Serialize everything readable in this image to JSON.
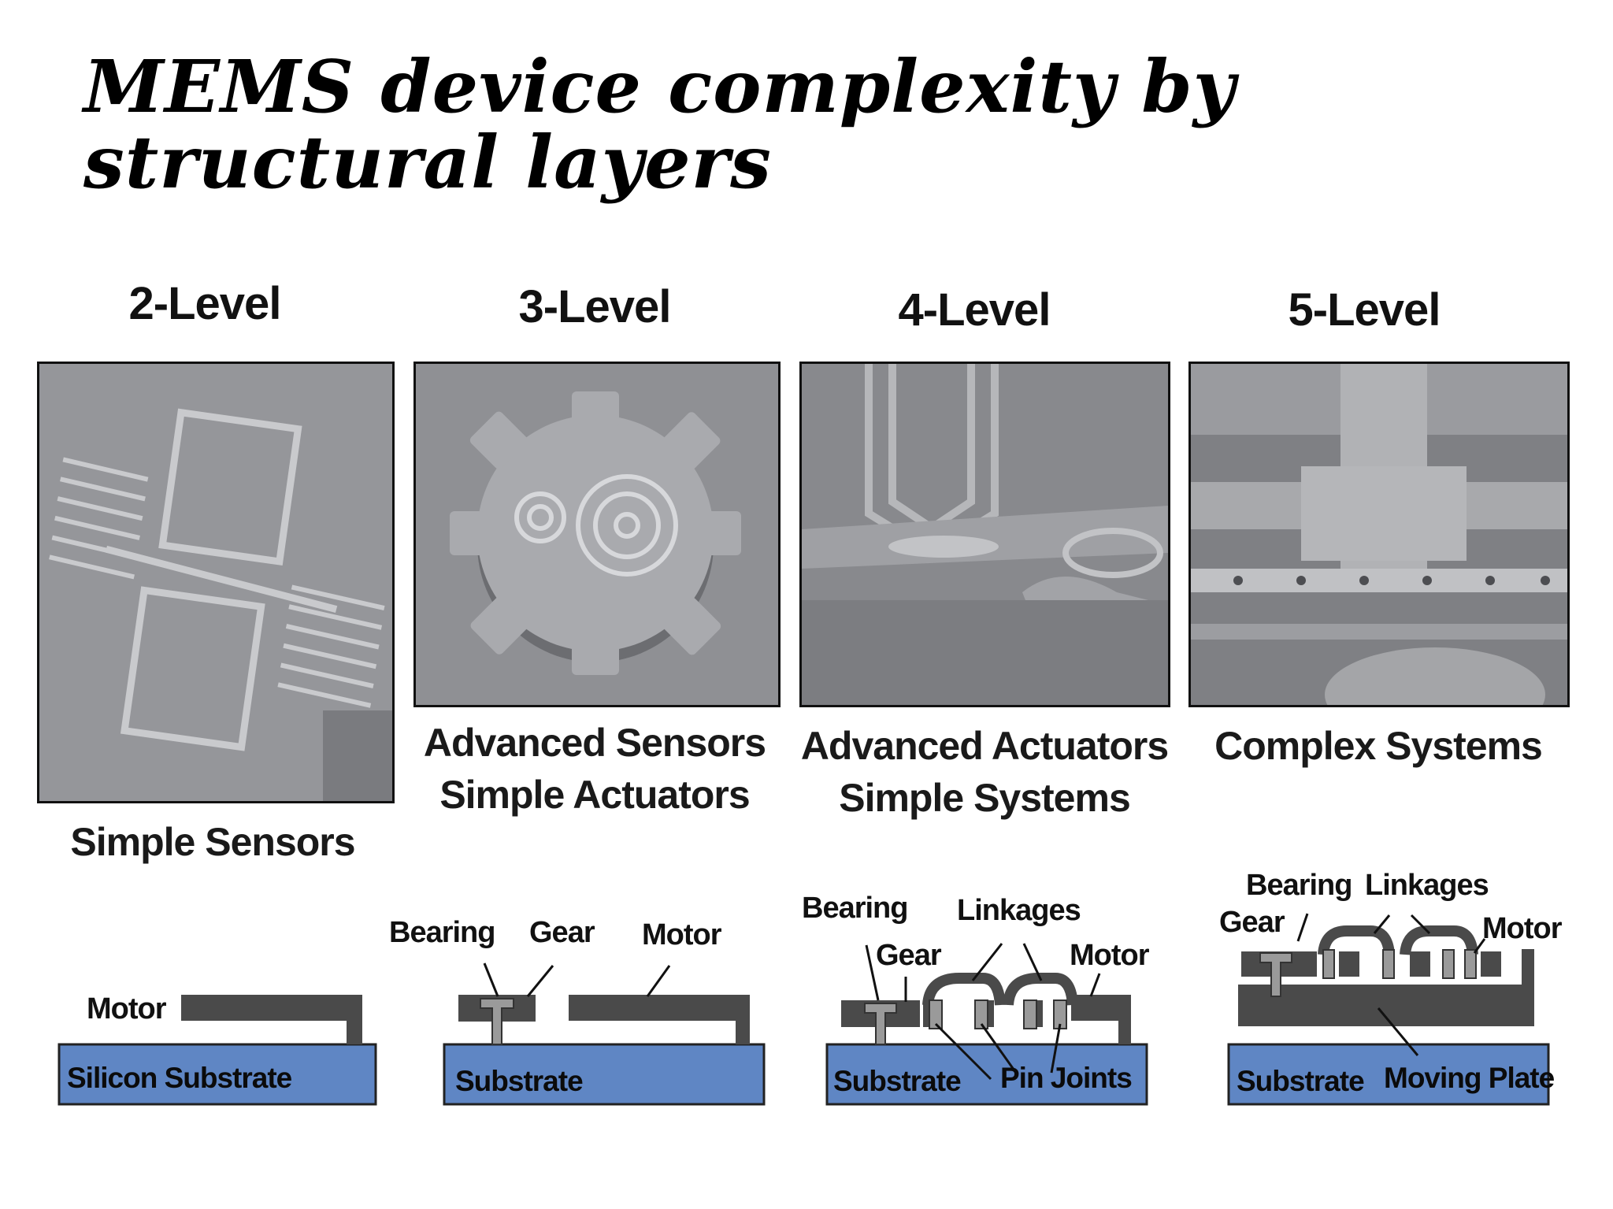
{
  "title": "MEMS device complexity by structural layers",
  "levels": [
    {
      "heading": "2-Level",
      "caption_line1": "Simple Sensors",
      "caption_line2": ""
    },
    {
      "heading": "3-Level",
      "caption_line1": "Advanced Sensors",
      "caption_line2": "Simple Actuators"
    },
    {
      "heading": "4-Level",
      "caption_line1": "Advanced Actuators",
      "caption_line2": "Simple Systems"
    },
    {
      "heading": "5-Level",
      "caption_line1": "Complex Systems",
      "caption_line2": ""
    }
  ],
  "diagrams": {
    "d2": {
      "motor": "Motor",
      "substrate": "Silicon Substrate"
    },
    "d3": {
      "bearing": "Bearing",
      "gear": "Gear",
      "motor": "Motor",
      "substrate": "Substrate"
    },
    "d4": {
      "bearing": "Bearing",
      "gear": "Gear",
      "linkages": "Linkages",
      "motor": "Motor",
      "substrate": "Substrate",
      "pin_joints": "Pin Joints"
    },
    "d5": {
      "bearing": "Bearing",
      "linkages": "Linkages",
      "gear": "Gear",
      "motor": "Motor",
      "substrate": "Substrate",
      "moving_plate": "Moving Plate"
    }
  },
  "colors": {
    "substrate": "#5f86c4",
    "structure": "#4a4a4a",
    "pin": "#9a9a9a",
    "sem_gray": "#8e8f93"
  }
}
